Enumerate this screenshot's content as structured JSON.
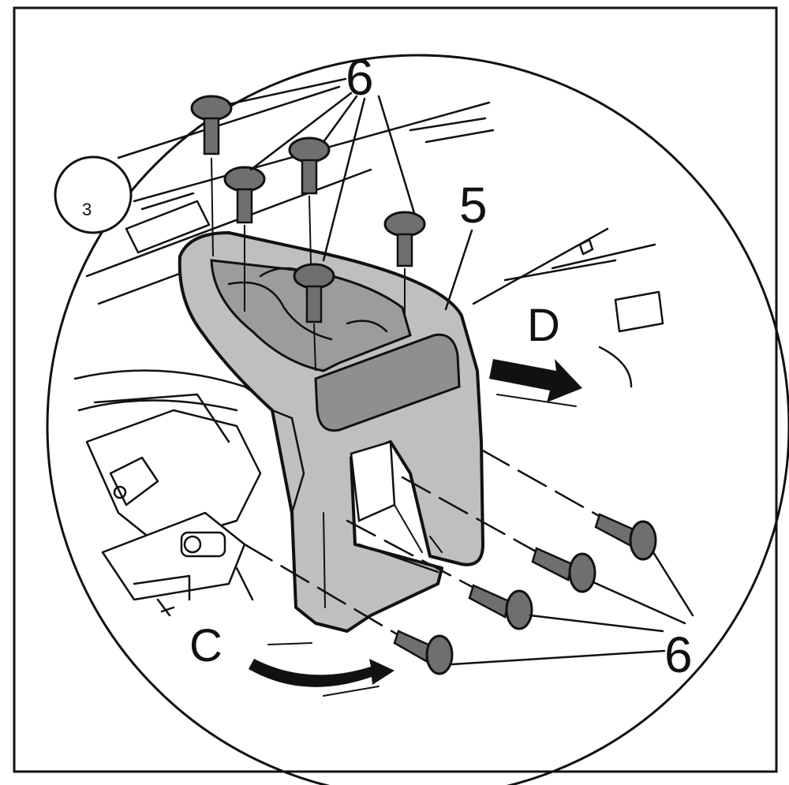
{
  "diagram": {
    "view_number": "3",
    "part_label": "5",
    "screw_label_top": "6",
    "screw_label_bottom": "6",
    "direction_D": "D",
    "direction_C": "C",
    "colors": {
      "line": "#111111",
      "part_fill": "#bfbfbf",
      "background": "#ffffff"
    }
  }
}
